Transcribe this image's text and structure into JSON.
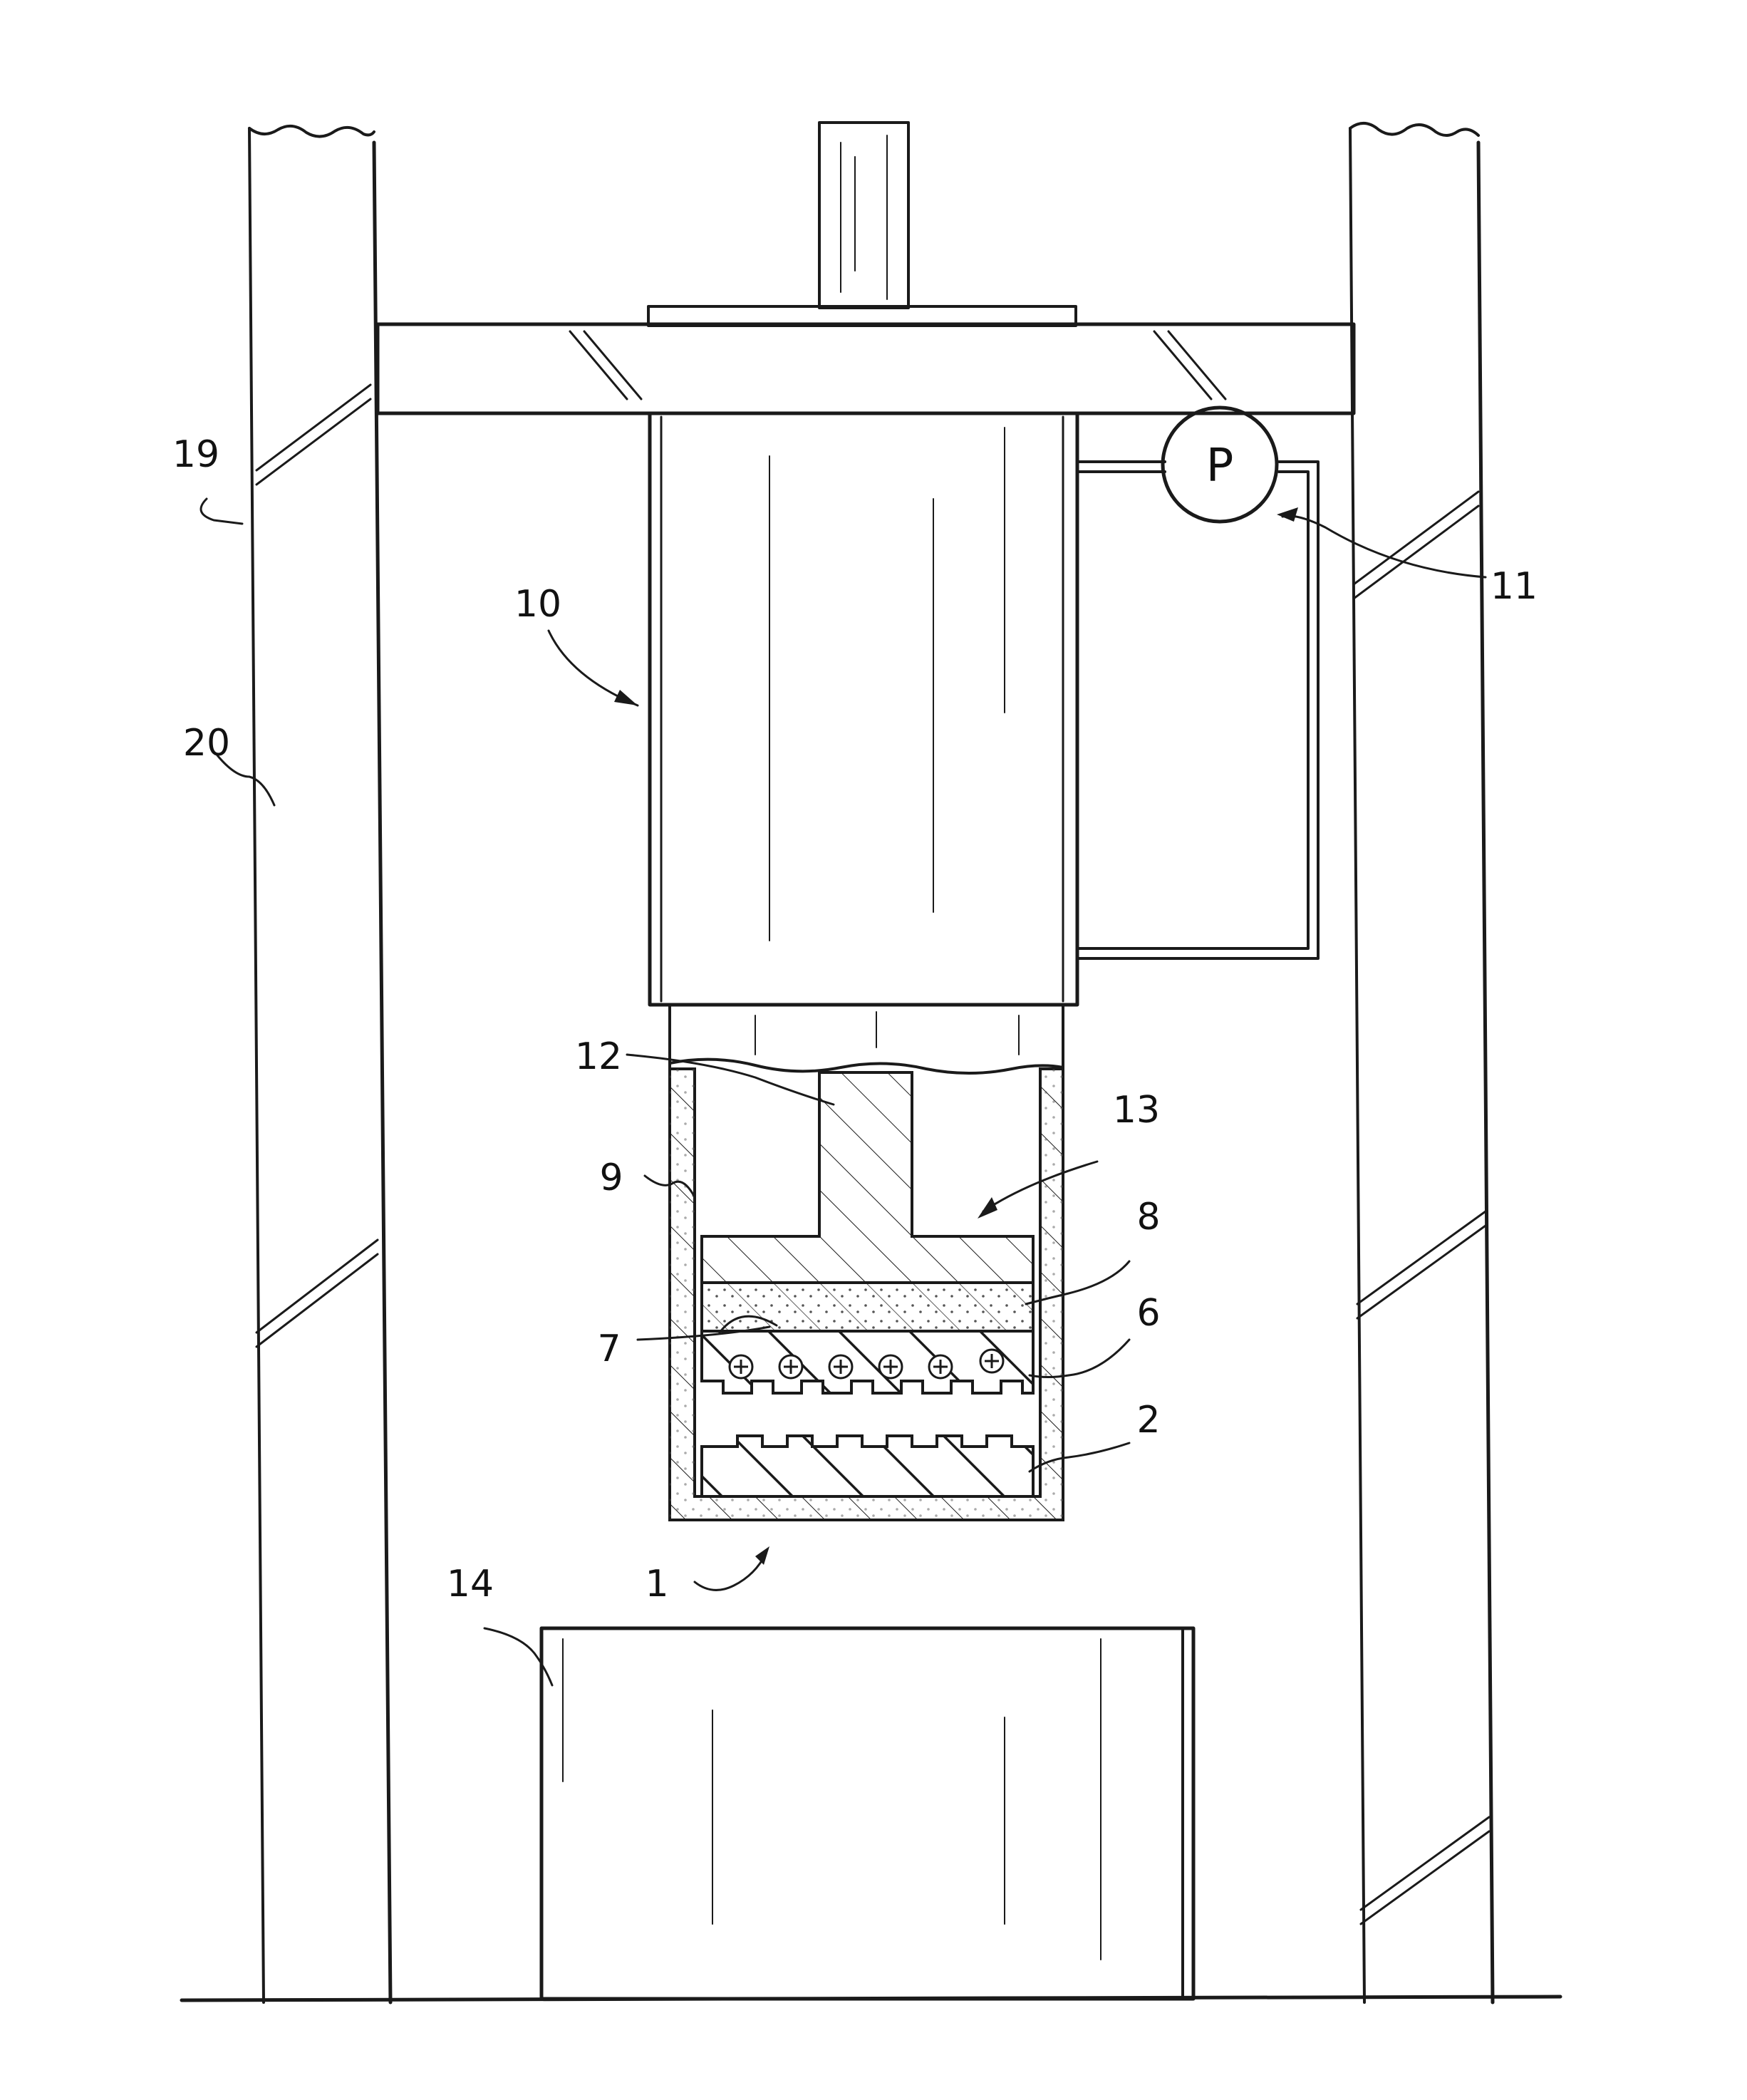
{
  "labels": {
    "l19": "19",
    "l20": "20",
    "l10": "10",
    "l11": "11",
    "pump": "P",
    "l12": "12",
    "l13": "13",
    "l9": "9",
    "l8": "8",
    "l7": "7",
    "l6": "6",
    "l2": "2",
    "l1": "1",
    "l14": "14"
  },
  "colors": {
    "ink": "#1a1a1a",
    "paper": "#ffffff"
  }
}
